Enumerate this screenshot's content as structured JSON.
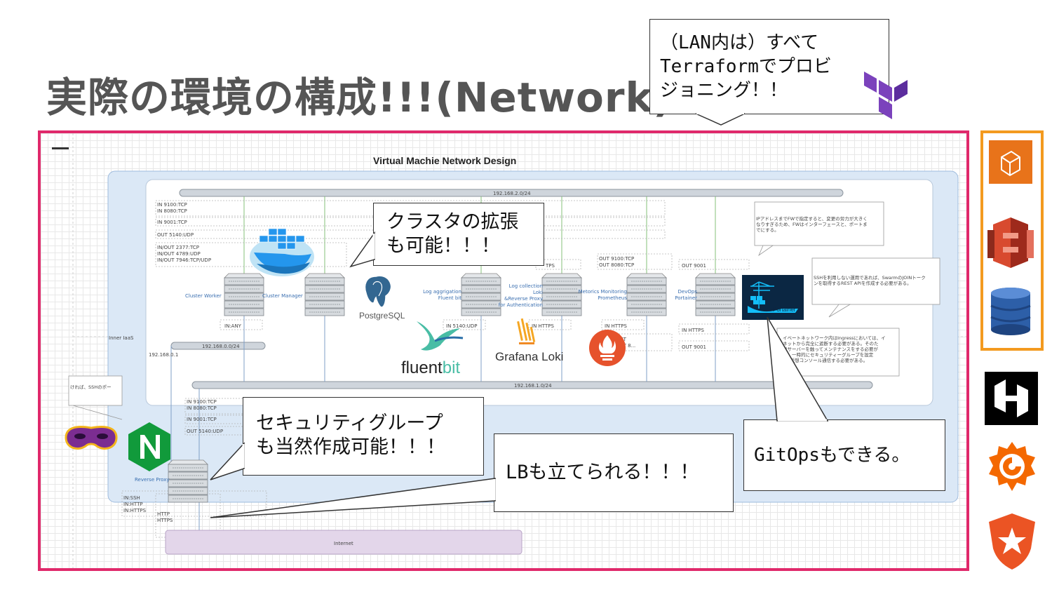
{
  "title": "実際の環境の構成!!!(Network)",
  "callouts": {
    "terraform": "（LAN内は）すべて\nTerraformでプロビ\nジョニング！！",
    "cluster": "クラスタの拡張\nも可能！！！",
    "security": "セキュリティグループ\nも当然作成可能！！！",
    "lb": "LBも立てられる！！！",
    "gitops": "GitOpsもできる。"
  },
  "diagram": {
    "title": "Virtual Machie Network Design",
    "networks": [
      "192.168.2.0/24",
      "192.168.0.0/24",
      "192.168.1.0/24"
    ],
    "inner_iaas": "Inner IaaS",
    "gateway_ip": "192.168.0.1",
    "internet": "Internet",
    "ports_top_left": [
      "IN 9100:TCP",
      "IN 8080:TCP",
      "IN 9001:TCP",
      "OUT 5140:UDP",
      "IN/OUT 2377:TCP",
      "IN/OUT 4789:UDP",
      "IN/OUT 7946:TCP/UDP"
    ],
    "ports_bottom_left": [
      "IN 9100:TCP",
      "IN 8080:TCP",
      "IN 9001:TCP",
      "OUT 5140:UDP"
    ],
    "ports_proxy": [
      "IN:SSH",
      "IN:HTTP",
      "IN:HTTPS"
    ],
    "ports_proxy_out": [
      "HTTP",
      "HTTPS"
    ],
    "in_any": "IN:ANY",
    "in_5140": "IN 5140:UDP",
    "in_https_a": "IN HTTPS",
    "in_https_b": "IN HTTPS",
    "in_https_c": "IN HTTPS",
    "out_9001_a": "OUT 9001",
    "out_9001_b": "OUT 9001",
    "out_9100_8080": [
      "OUT 9100:TCP",
      "OUT 8080:TCP"
    ],
    "out_partial": [
      "OUT",
      "OUT 8..."
    ],
    "tps": "TPS",
    "servers": {
      "worker": "Cluster Worker",
      "manager": "Cluster Manager",
      "log_aggregation": "Log aggrigation\nFluent bit",
      "log_collection": "Log collection\nLoki\n&Reverse Proxy\nfor Authentication",
      "monitoring": "Metorics Monitoring\nPrometheus",
      "devops": "DevOps\nPortainer",
      "proxy": "Reverse Proxy"
    },
    "notes": {
      "ip_note": "IPアドレスまでFWで指定すると、変更の労力が大きく\nなりすぎるため、FWはインターフェースと、ポートま\nでにする。",
      "ssh_note": "SSHを利用しない運用であれば、SwarmのJOINトーク\nンを取得するREST APIを作成する必要がある。",
      "private_note": "イベートネットワーク内はIngressにおいては、イ\nネットから完全に遮断する必要がある。そのた\n専サーバーを触ってメンテナンスをする必要が\nは、一時的にセキュリティーグループを設定\nSの仮想コンソール通信する必要がある。",
      "left_note": "ければ、SSHのポー"
    },
    "logos": {
      "postgres": "PostgreSQL",
      "fluentbit_a": "fluent",
      "fluentbit_b": "bit",
      "grafana": "Grafana",
      "loki": "Loki",
      "portainer": "Portainer"
    }
  },
  "colors": {
    "frame": "#e0296b",
    "right_frame": "#f39a1f",
    "iaas_bg": "#dbe8f6",
    "terraform": "#7b42bc",
    "aws_lightsail": "#e8731a",
    "aws_s3": "#d84a2f",
    "aws_dynamodb": "#2d5fa8",
    "hashicorp": "#000000",
    "grafana": "#f46800",
    "auth0": "#eb5424",
    "nginx": "#119a3b"
  },
  "icons": [
    "terraform-icon",
    "aws-lightsail-icon",
    "aws-s3-icon",
    "aws-dynamodb-icon",
    "hashicorp-icon",
    "grafana-icon",
    "auth0-icon",
    "nginx-icon",
    "mask-icon",
    "docker-icon",
    "postgresql-icon",
    "fluentbit-icon",
    "grafana-loki-icon",
    "prometheus-icon",
    "portainer-icon"
  ]
}
